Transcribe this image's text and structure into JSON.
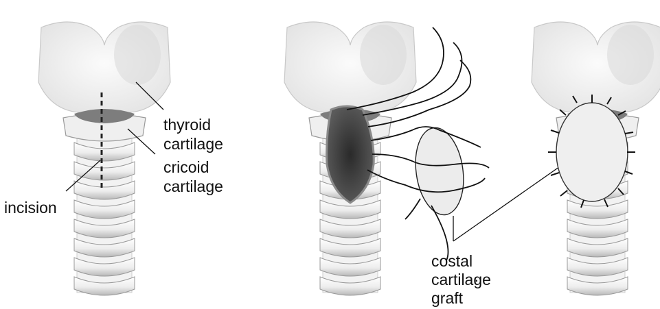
{
  "labels": {
    "thyroid": [
      "thyroid",
      "cartilage"
    ],
    "cricoid": [
      "cricoid",
      "cartilage"
    ],
    "incision": "incision",
    "graft": [
      "costal",
      "cartilage",
      "graft"
    ]
  },
  "panels": [
    {
      "name": "incision-marked"
    },
    {
      "name": "graft-sutures-placed"
    },
    {
      "name": "graft-sutured-in-place"
    }
  ]
}
